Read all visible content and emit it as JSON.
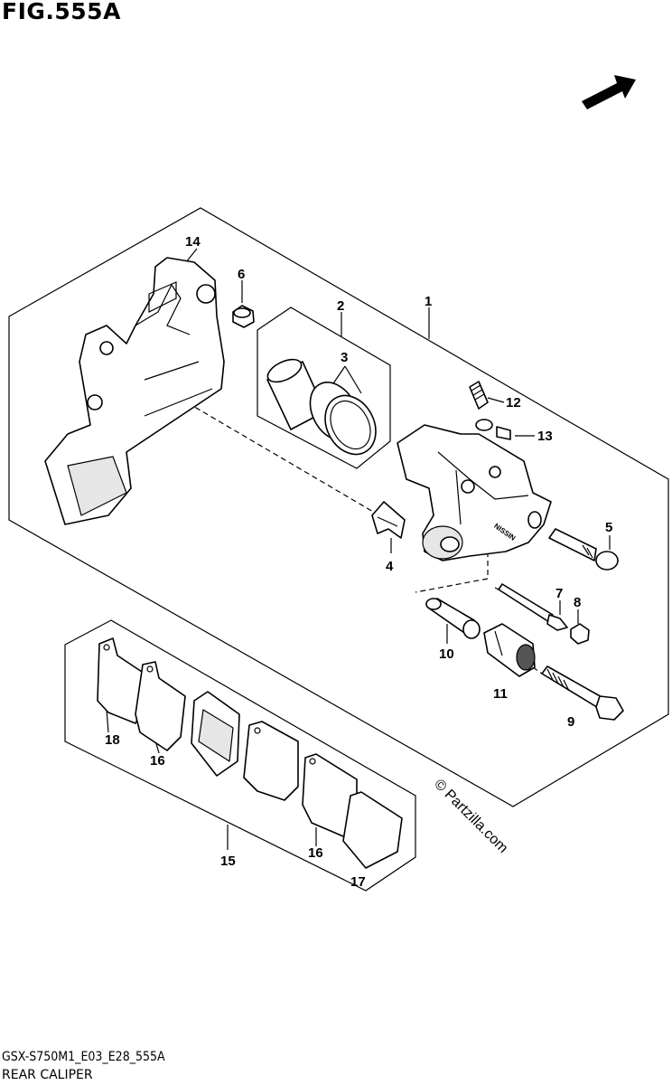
{
  "header": {
    "figure_title": "FIG.555A"
  },
  "footer": {
    "diagram_code": "GSX-S750M1_E03_E28_555A",
    "diagram_title": "REAR CALIPER"
  },
  "direction_marker": {
    "label": "FWD"
  },
  "watermark": {
    "text": "© Partzilla.com"
  },
  "callouts": [
    "1",
    "2",
    "3",
    "4",
    "5",
    "6",
    "7",
    "8",
    "9",
    "10",
    "11",
    "12",
    "13",
    "14",
    "15",
    "16",
    "16",
    "17",
    "18"
  ]
}
